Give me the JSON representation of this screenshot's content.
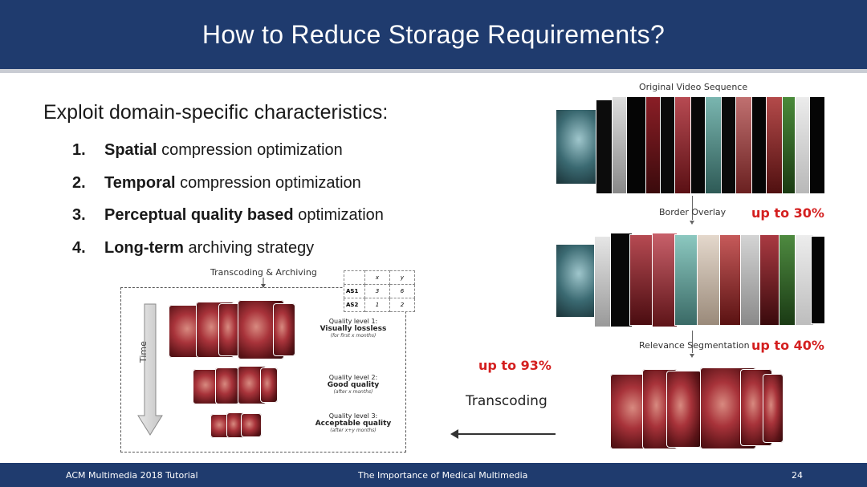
{
  "header": {
    "title": "How to Reduce Storage Requirements?"
  },
  "intro": "Exploit domain-specific characteristics:",
  "list": [
    {
      "num": "1.",
      "bold": "Spatial",
      "rest": " compression optimization"
    },
    {
      "num": "2.",
      "bold": "Temporal",
      "rest": " compression optimization"
    },
    {
      "num": "3.",
      "bold": "Perceptual quality based",
      "rest": " optimization"
    },
    {
      "num": "4.",
      "bold": "Long-term",
      "rest": " archiving strategy"
    }
  ],
  "diagram": {
    "title": "Transcoding & Archiving",
    "time_label": "Time",
    "table": {
      "header": [
        "",
        "x",
        "y"
      ],
      "rows": [
        [
          "AS1",
          "3",
          "6"
        ],
        [
          "AS2",
          "1",
          "2"
        ]
      ]
    },
    "levels": [
      {
        "t1": "Quality level 1:",
        "t2": "Visually lossless",
        "t3": "(for first x months)"
      },
      {
        "t1": "Quality level 2:",
        "t2": "Good quality",
        "t3": "(after x months)"
      },
      {
        "t1": "Quality level 3:",
        "t2": "Acceptable quality",
        "t3": "(after x+y months)"
      }
    ]
  },
  "pipeline": {
    "original": "Original Video Sequence",
    "border": "Border Overlay",
    "border_gain": "up to 30%",
    "relevance": "Relevance Segmentation",
    "relevance_gain": "up to 40%",
    "transcoding_gain": "up to 93%",
    "transcoding": "Transcoding"
  },
  "footer": {
    "left": "ACM Multimedia 2018 Tutorial",
    "center": "The Importance of Medical Multimedia",
    "page": "24"
  },
  "colors": {
    "brand": "#1f3b6e",
    "accent_red": "#d42020"
  }
}
